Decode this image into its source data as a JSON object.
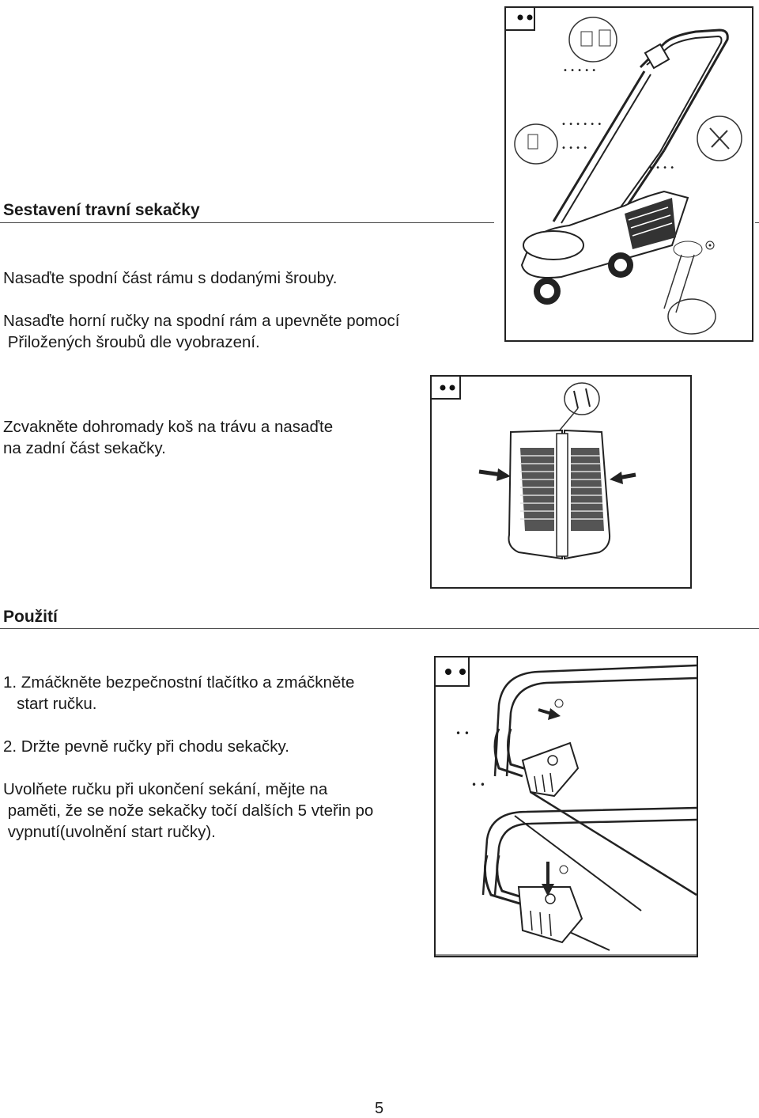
{
  "section_assembly": {
    "heading": "Sestavení travní sekačky",
    "step1": "Nasaďte spodní část rámu s dodanými šrouby.",
    "step2_line1": "Nasaďte horní ručky na spodní rám a upevněte pomocí",
    "step2_line2": " Přiložených šroubů dle vyobrazení.",
    "step3_line1": "Zcvakněte dohromady koš na trávu a nasaďte",
    "step3_line2": "na zadní část sekačky."
  },
  "section_usage": {
    "heading": "Použití",
    "item1_line1": "1. Zmáčkněte bezpečnostní tlačítko a zmáčkněte",
    "item1_line2": "   start ručku.",
    "item2": "2. Držte pevně ručky při chodu sekačky.",
    "note_line1": "Uvolňete ručku při ukončení sekání, mějte na",
    "note_line2": " paměti, že se nože sekačky točí dalších 5 vteřin po",
    "note_line3": " vypnutí(uvolnění start ručky)."
  },
  "page_number": "5"
}
